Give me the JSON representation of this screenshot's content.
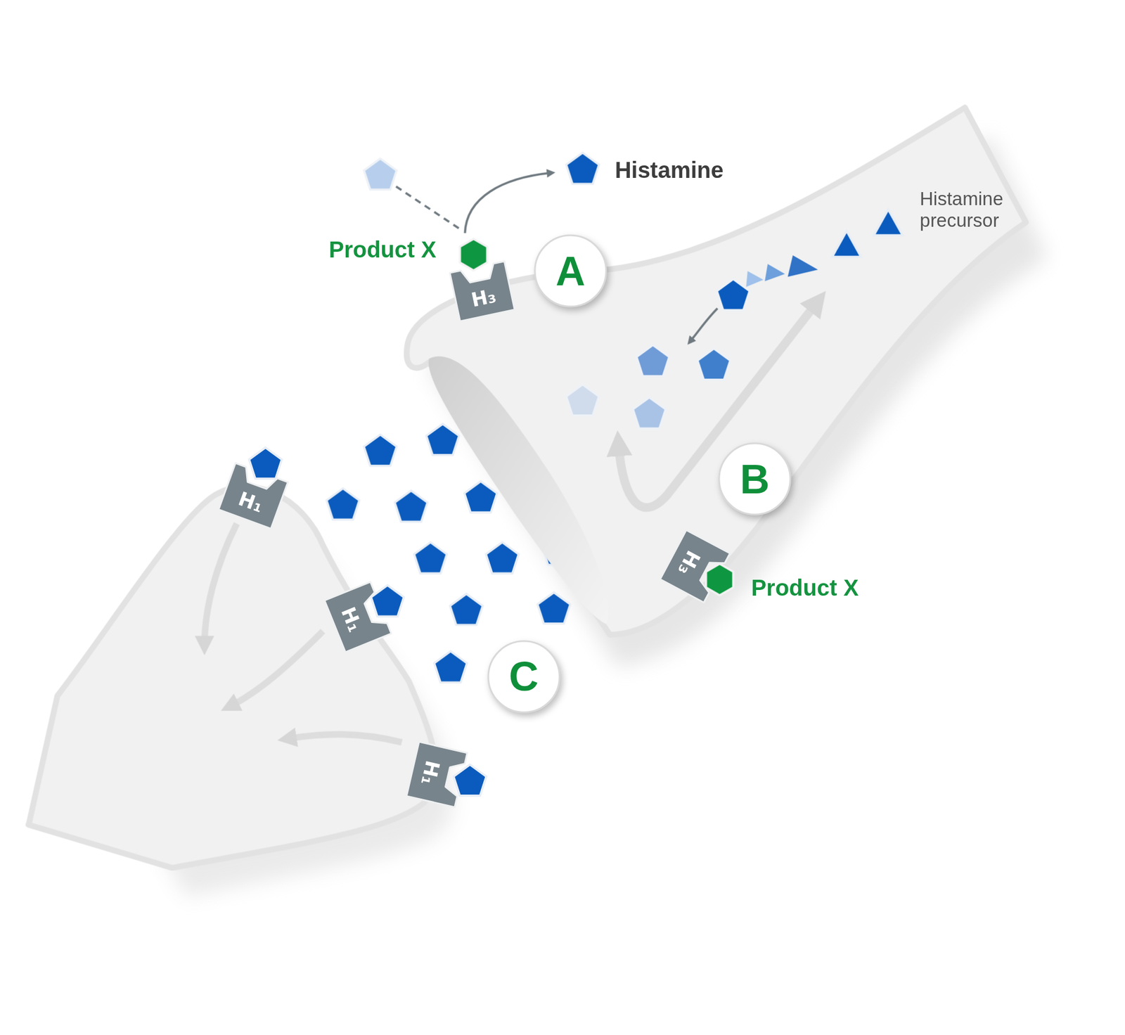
{
  "diagram": {
    "nodes": [
      {
        "text": [
          "A"
        ]
      },
      {
        "text": [
          "H₃"
        ]
      },
      {
        "text": [
          "B"
        ]
      },
      {
        "text": [
          "H₁"
        ]
      },
      {
        "text": [
          "H₃"
        ]
      },
      {
        "text": [
          "H₁"
        ]
      },
      {
        "text": [
          "C"
        ]
      },
      {
        "text": [
          "H₁"
        ]
      }
    ],
    "labels": [
      "Histamine",
      "Histamine precursor",
      "Product X",
      "Product X"
    ]
  }
}
